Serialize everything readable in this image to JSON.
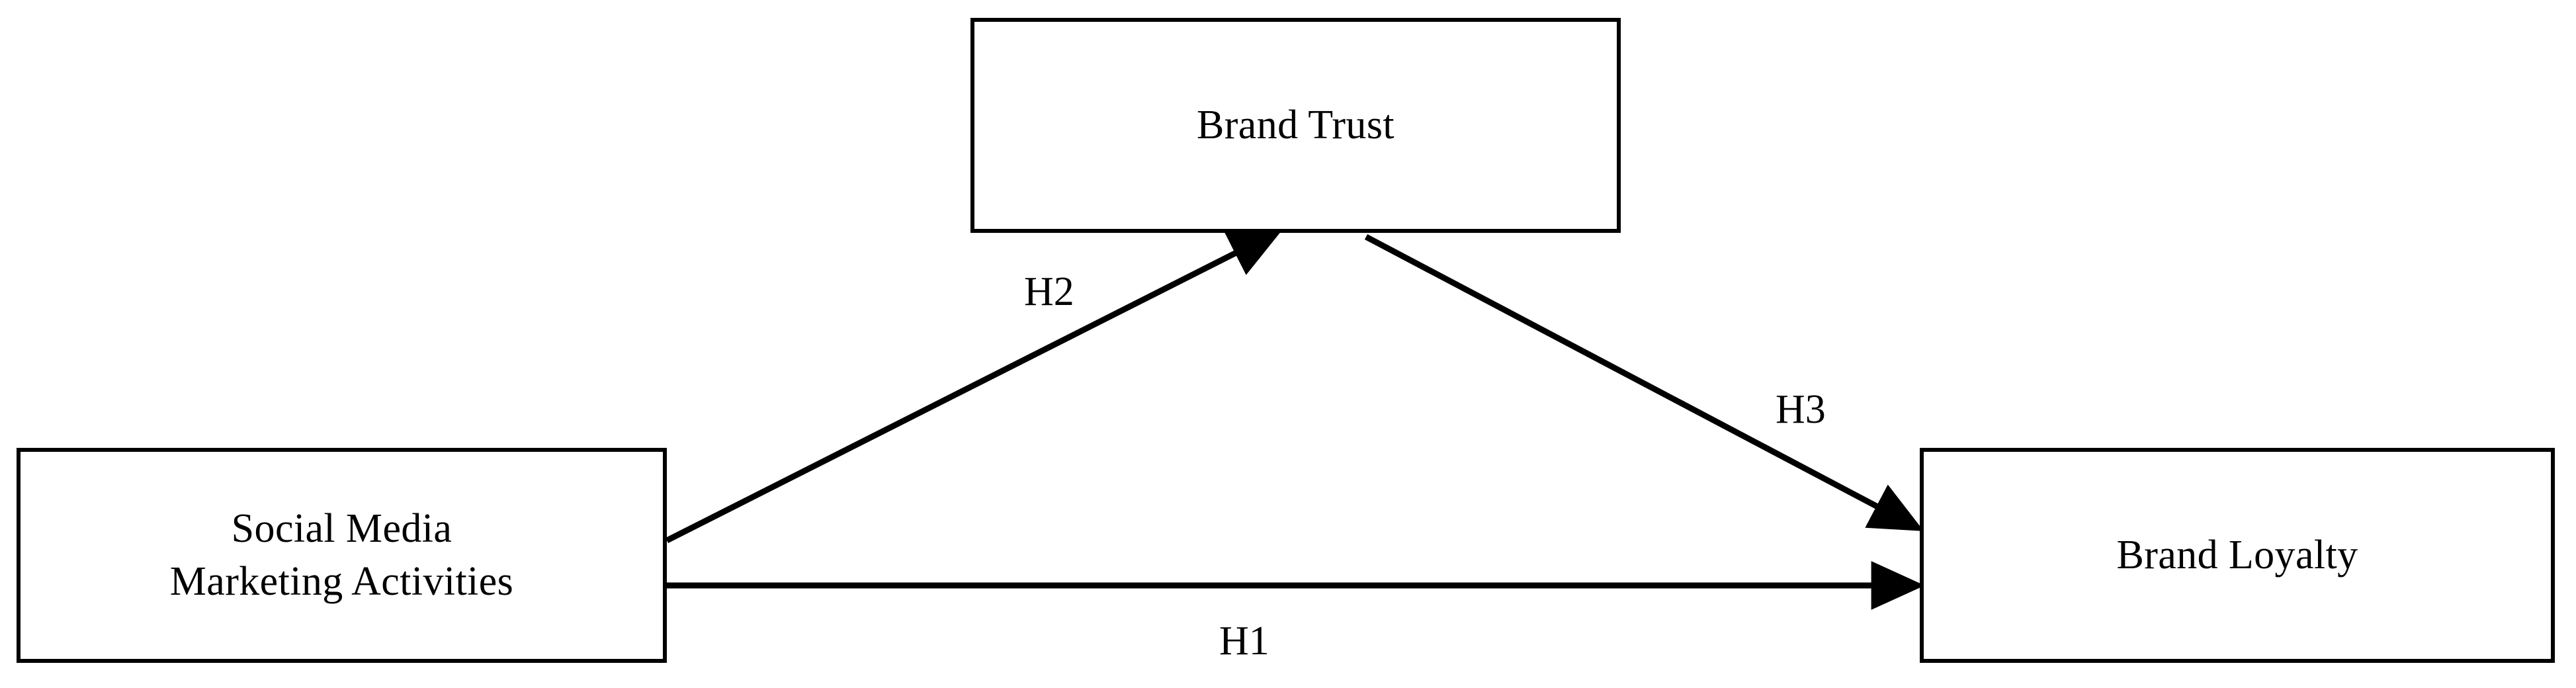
{
  "diagram": {
    "type": "conceptual-research-model",
    "background_color": "#ffffff",
    "line_color": "#000000",
    "text_color": "#000000",
    "nodes": [
      {
        "id": "brand-trust",
        "label": "Brand Trust",
        "lines": [
          "Brand Trust"
        ],
        "role": "mediator"
      },
      {
        "id": "social-media",
        "label": "Social Media Marketing Activities",
        "lines": [
          "Social Media",
          "Marketing Activities"
        ],
        "role": "independent"
      },
      {
        "id": "brand-loyalty",
        "label": "Brand Loyalty",
        "lines": [
          "Brand Loyalty"
        ],
        "role": "dependent"
      }
    ],
    "edges": [
      {
        "id": "h1",
        "label": "H1",
        "from": "social-media",
        "to": "brand-loyalty",
        "style": "straight-horizontal-arrow"
      },
      {
        "id": "h2",
        "label": "H2",
        "from": "social-media",
        "to": "brand-trust",
        "style": "diagonal-arrow-up-right"
      },
      {
        "id": "h3",
        "label": "H3",
        "from": "brand-trust",
        "to": "brand-loyalty",
        "style": "diagonal-arrow-down-right"
      }
    ]
  }
}
